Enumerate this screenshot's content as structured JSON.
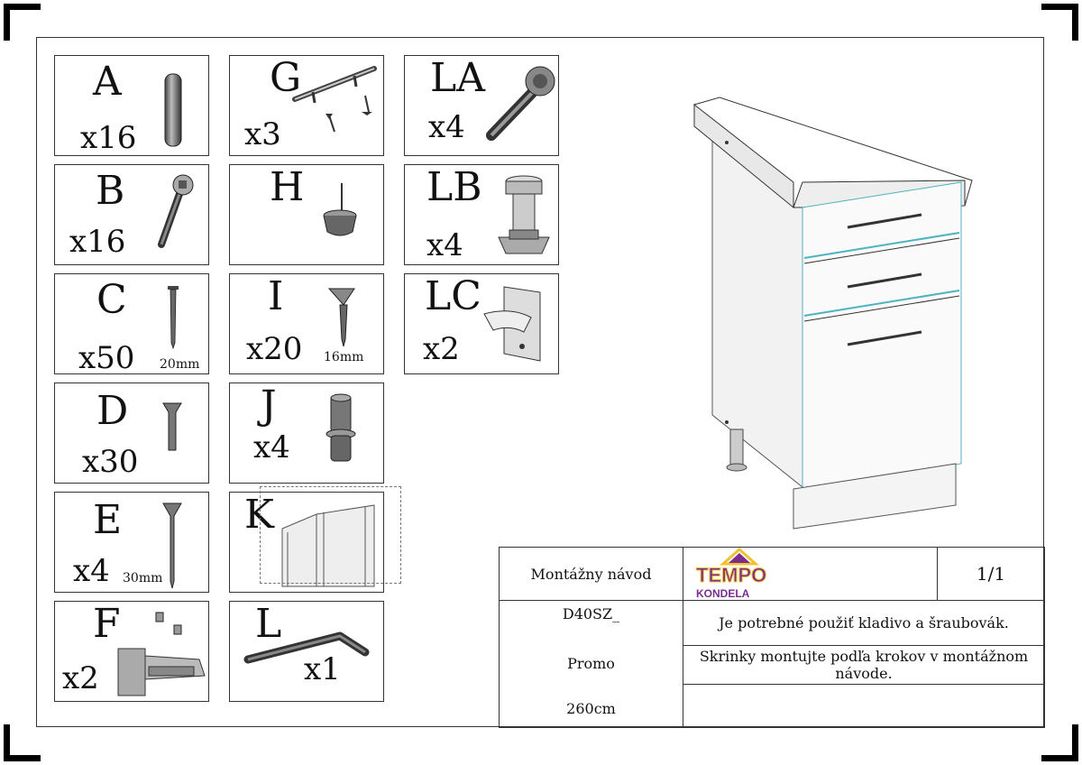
{
  "parts": [
    {
      "letter": "A",
      "qty": "x16",
      "size": ""
    },
    {
      "letter": "B",
      "qty": "x16",
      "size": ""
    },
    {
      "letter": "C",
      "qty": "x50",
      "size": "20mm"
    },
    {
      "letter": "D",
      "qty": "x30",
      "size": ""
    },
    {
      "letter": "E",
      "qty": "x4",
      "size": "30mm"
    },
    {
      "letter": "F",
      "qty": "x2",
      "size": ""
    },
    {
      "letter": "G",
      "qty": "x3",
      "size": ""
    },
    {
      "letter": "H",
      "qty": "",
      "size": ""
    },
    {
      "letter": "I",
      "qty": "x20",
      "size": "16mm"
    },
    {
      "letter": "J",
      "qty": "x4",
      "size": ""
    },
    {
      "letter": "K",
      "qty": "",
      "size": ""
    },
    {
      "letter": "L",
      "qty": "x1",
      "size": ""
    },
    {
      "letter": "LA",
      "qty": "x4",
      "size": ""
    },
    {
      "letter": "LB",
      "qty": "x4",
      "size": ""
    },
    {
      "letter": "LC",
      "qty": "x2",
      "size": ""
    }
  ],
  "title_block": {
    "doc_title": "Montážny návod",
    "page": "1/1",
    "model": "D40SZ_",
    "series": "Promo",
    "length": "260cm",
    "note1": "Je potrebné použiť kladivo a šraubovák.",
    "note2": "Skrinky montujte podľa krokov v montážnom návode.",
    "logo_top": "TEMPO",
    "logo_bottom": "KONDELA"
  },
  "colors": {
    "logo_purple": "#7b2d8e",
    "logo_yellow": "#f2c12e",
    "panel_grey": "#e6e6e6",
    "cabinet_edge": "#4fb3bf"
  }
}
